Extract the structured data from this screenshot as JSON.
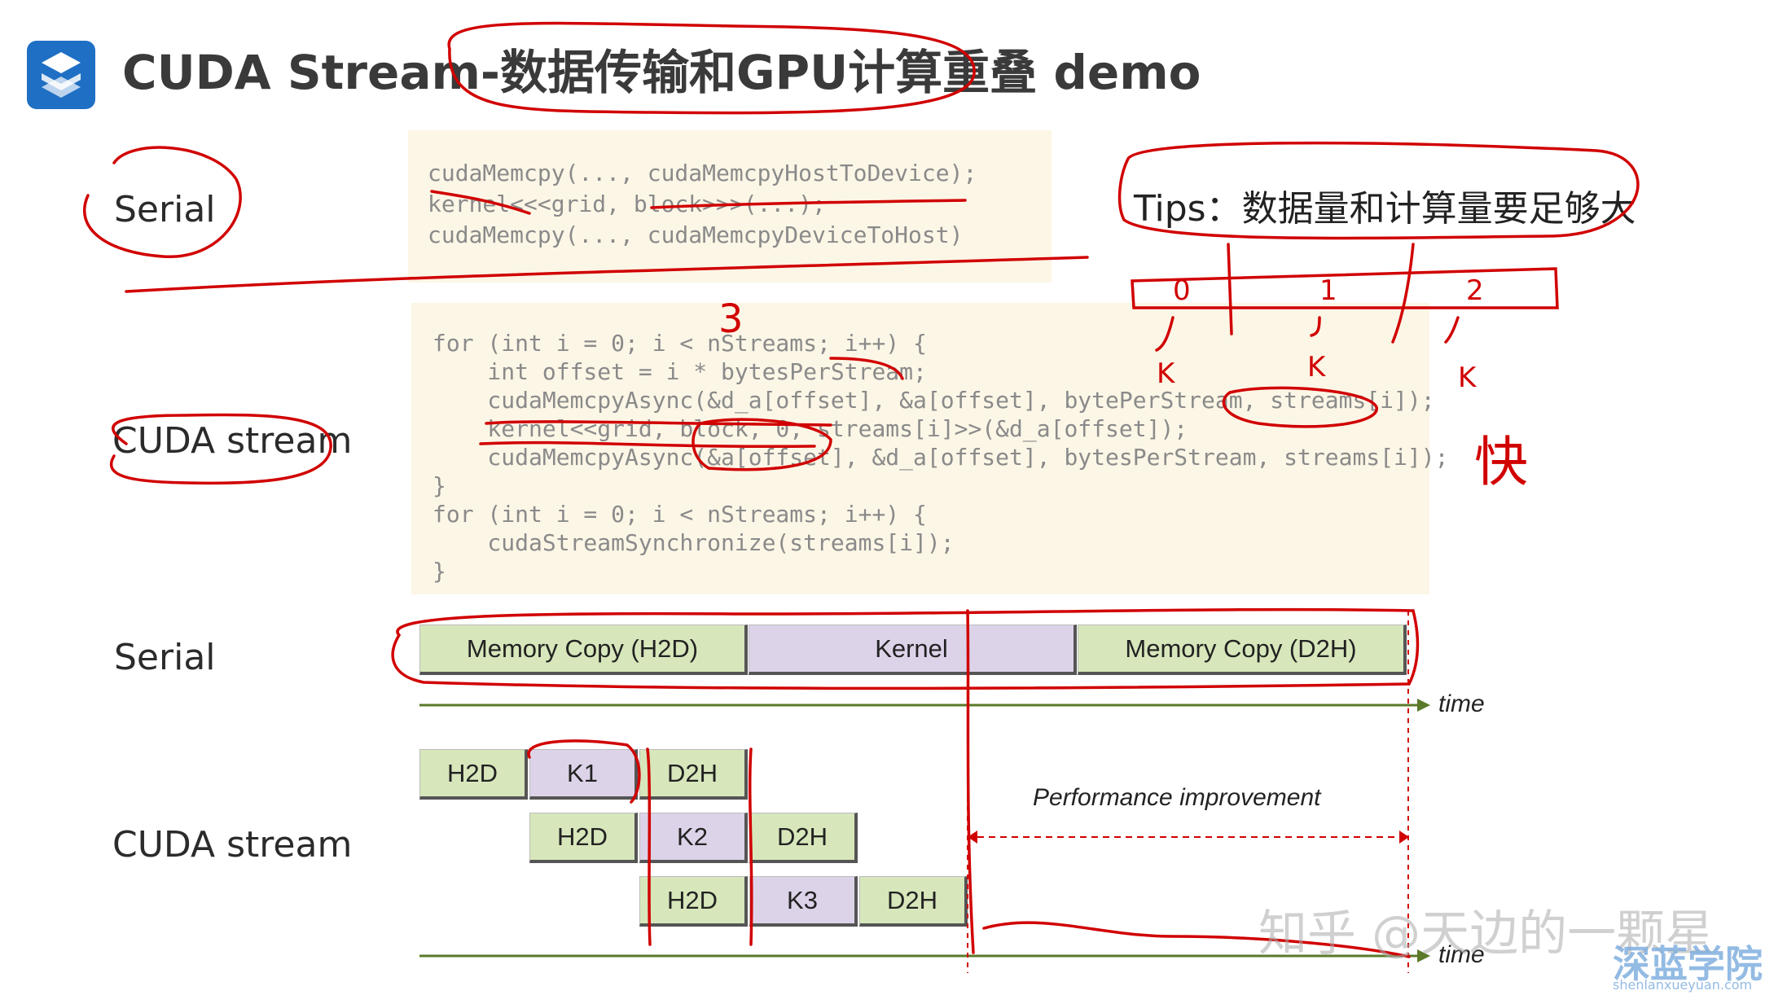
{
  "header": {
    "title": "CUDA Stream-数据传输和GPU计算重叠 demo"
  },
  "labels": {
    "serial_top": "Serial",
    "cuda_stream_top": "CUDA stream",
    "serial_bottom": "Serial",
    "cuda_stream_bottom": "CUDA stream"
  },
  "code_serial": [
    "cudaMemcpy(..., cudaMemcpyHostToDevice);",
    "kernel<<<grid, block>>>(...);",
    "cudaMemcpy(..., cudaMemcpyDeviceToHost)"
  ],
  "code_stream": [
    "for (int i = 0; i < nStreams; i++) {",
    "    int offset = i * bytesPerStream;",
    "    cudaMemcpyAsync(&d_a[offset], &a[offset], bytePerStream, streams[i]);",
    "    kernel<<grid, block, 0, streams[i]>>(&d_a[offset]);",
    "    cudaMemcpyAsync(&a[offset], &d_a[offset], bytesPerStream, streams[i]);",
    "}",
    "for (int i = 0; i < nStreams; i++) {",
    "    cudaStreamSynchronize(streams[i]);",
    "}"
  ],
  "tips": "Tips：数据量和计算量要足够大",
  "handwriting": {
    "segments": [
      "0",
      "1",
      "2"
    ],
    "under": [
      "K",
      "K",
      "K"
    ],
    "count": "3",
    "fast": "快"
  },
  "timeline_serial": [
    {
      "label": "Memory Copy (H2D)",
      "kind": "copy"
    },
    {
      "label": "Kernel",
      "kind": "kernel"
    },
    {
      "label": "Memory Copy (D2H)",
      "kind": "copy"
    }
  ],
  "timeline_stream": [
    [
      {
        "label": "H2D",
        "kind": "copy"
      },
      {
        "label": "K1",
        "kind": "kernel"
      },
      {
        "label": "D2H",
        "kind": "copy"
      }
    ],
    [
      {
        "label": "H2D",
        "kind": "copy"
      },
      {
        "label": "K2",
        "kind": "kernel"
      },
      {
        "label": "D2H",
        "kind": "copy"
      }
    ],
    [
      {
        "label": "H2D",
        "kind": "copy"
      },
      {
        "label": "K3",
        "kind": "kernel"
      },
      {
        "label": "D2H",
        "kind": "copy"
      }
    ]
  ],
  "axis_label": "time",
  "performance_label": "Performance improvement",
  "watermark": "知乎 @天边的一颗星",
  "brand": {
    "name": "深蓝学院",
    "url": "shenlanxueyuan.com"
  },
  "colors": {
    "copy": "#d7e7bb",
    "kernel": "#ddd3e9",
    "annotation": "#d10000",
    "axis": "#5a7a2a",
    "brand": "#1f6fc4"
  }
}
